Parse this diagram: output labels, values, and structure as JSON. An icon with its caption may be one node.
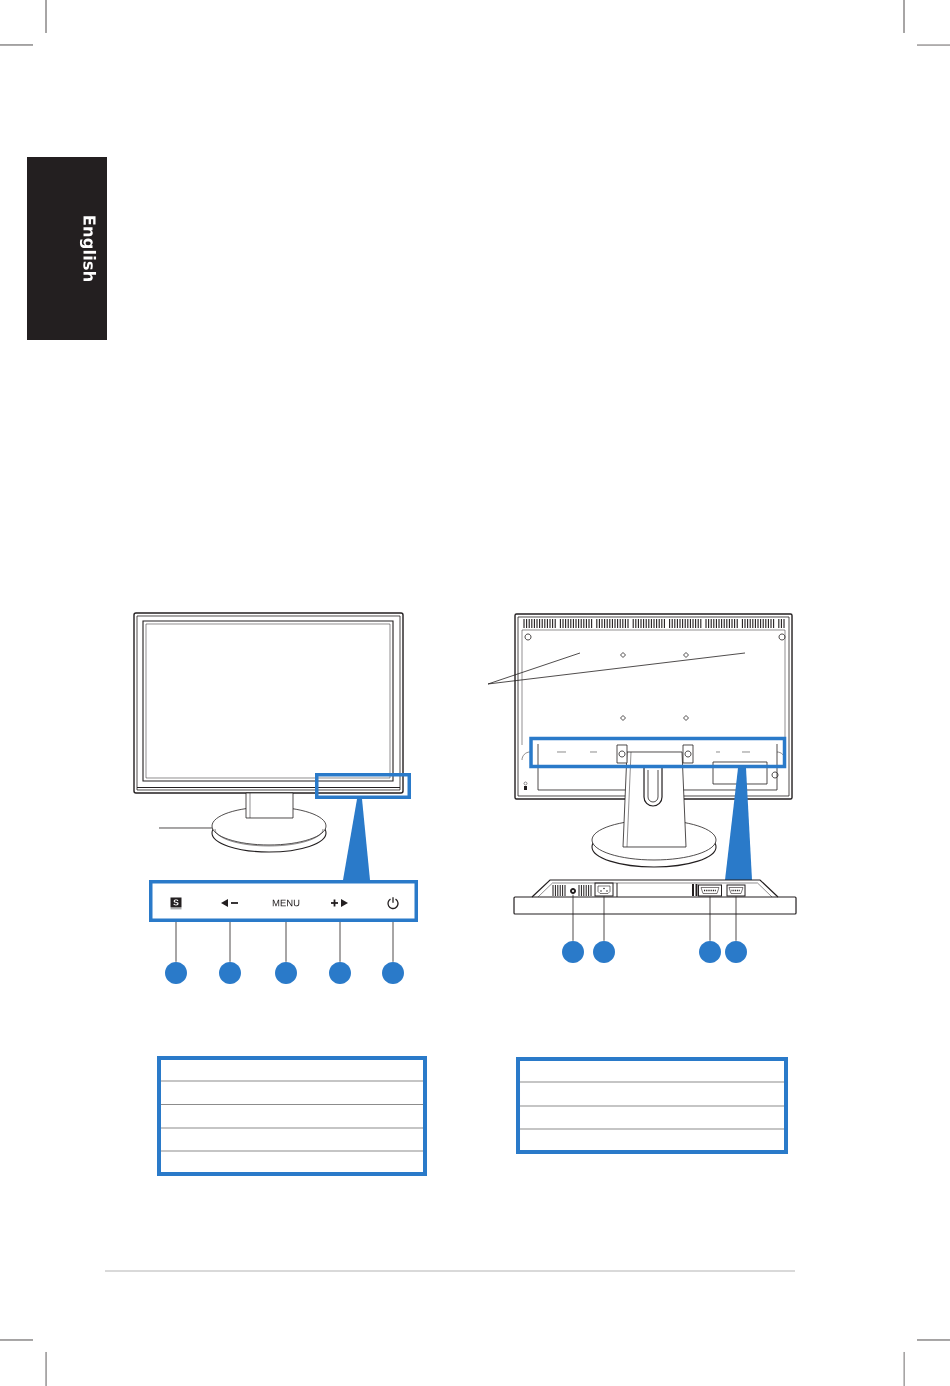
{
  "diagram": {
    "nodes": [
      {
        "text": [
          "English"
        ]
      },
      {
        "text": [],
        "shape": "box"
      },
      {
        "text": [
          "S"
        ],
        "in": 1
      },
      {
        "text": [],
        "shape": "picture",
        "in": 1
      },
      {
        "text": [
          "MENU"
        ],
        "in": 1
      },
      {
        "text": [],
        "shape": "picture",
        "in": 1
      },
      {
        "text": [],
        "shape": "picture",
        "in": 1
      },
      {
        "text": [],
        "shape": "circle"
      },
      {
        "text": [],
        "shape": "circle"
      },
      {
        "text": [],
        "shape": "circle"
      },
      {
        "text": [],
        "shape": "circle"
      },
      {
        "text": [],
        "shape": "circle"
      },
      {
        "text": [],
        "shape": "picture"
      },
      {
        "text": [],
        "shape": "picture"
      },
      {
        "text": [],
        "shape": "picture"
      },
      {
        "text": [],
        "shape": "picture"
      },
      {
        "text": [],
        "shape": "circle"
      },
      {
        "text": [],
        "shape": "circle"
      },
      {
        "text": [],
        "shape": "circle"
      },
      {
        "text": [],
        "shape": "circle"
      }
    ],
    "edges": [
      {
        "from": 7,
        "to": 2,
        "arrow": "none"
      },
      {
        "from": 8,
        "to": 3,
        "arrow": "none"
      },
      {
        "from": 9,
        "to": 4,
        "arrow": "none"
      },
      {
        "from": 10,
        "to": 5,
        "arrow": "none"
      },
      {
        "from": 11,
        "to": 6,
        "arrow": "none"
      },
      {
        "from": 16,
        "to": 12,
        "arrow": "none"
      },
      {
        "from": 17,
        "to": 13,
        "arrow": "none"
      },
      {
        "from": 18,
        "to": 14,
        "arrow": "none"
      },
      {
        "from": 19,
        "to": 15,
        "arrow": "none"
      }
    ]
  }
}
